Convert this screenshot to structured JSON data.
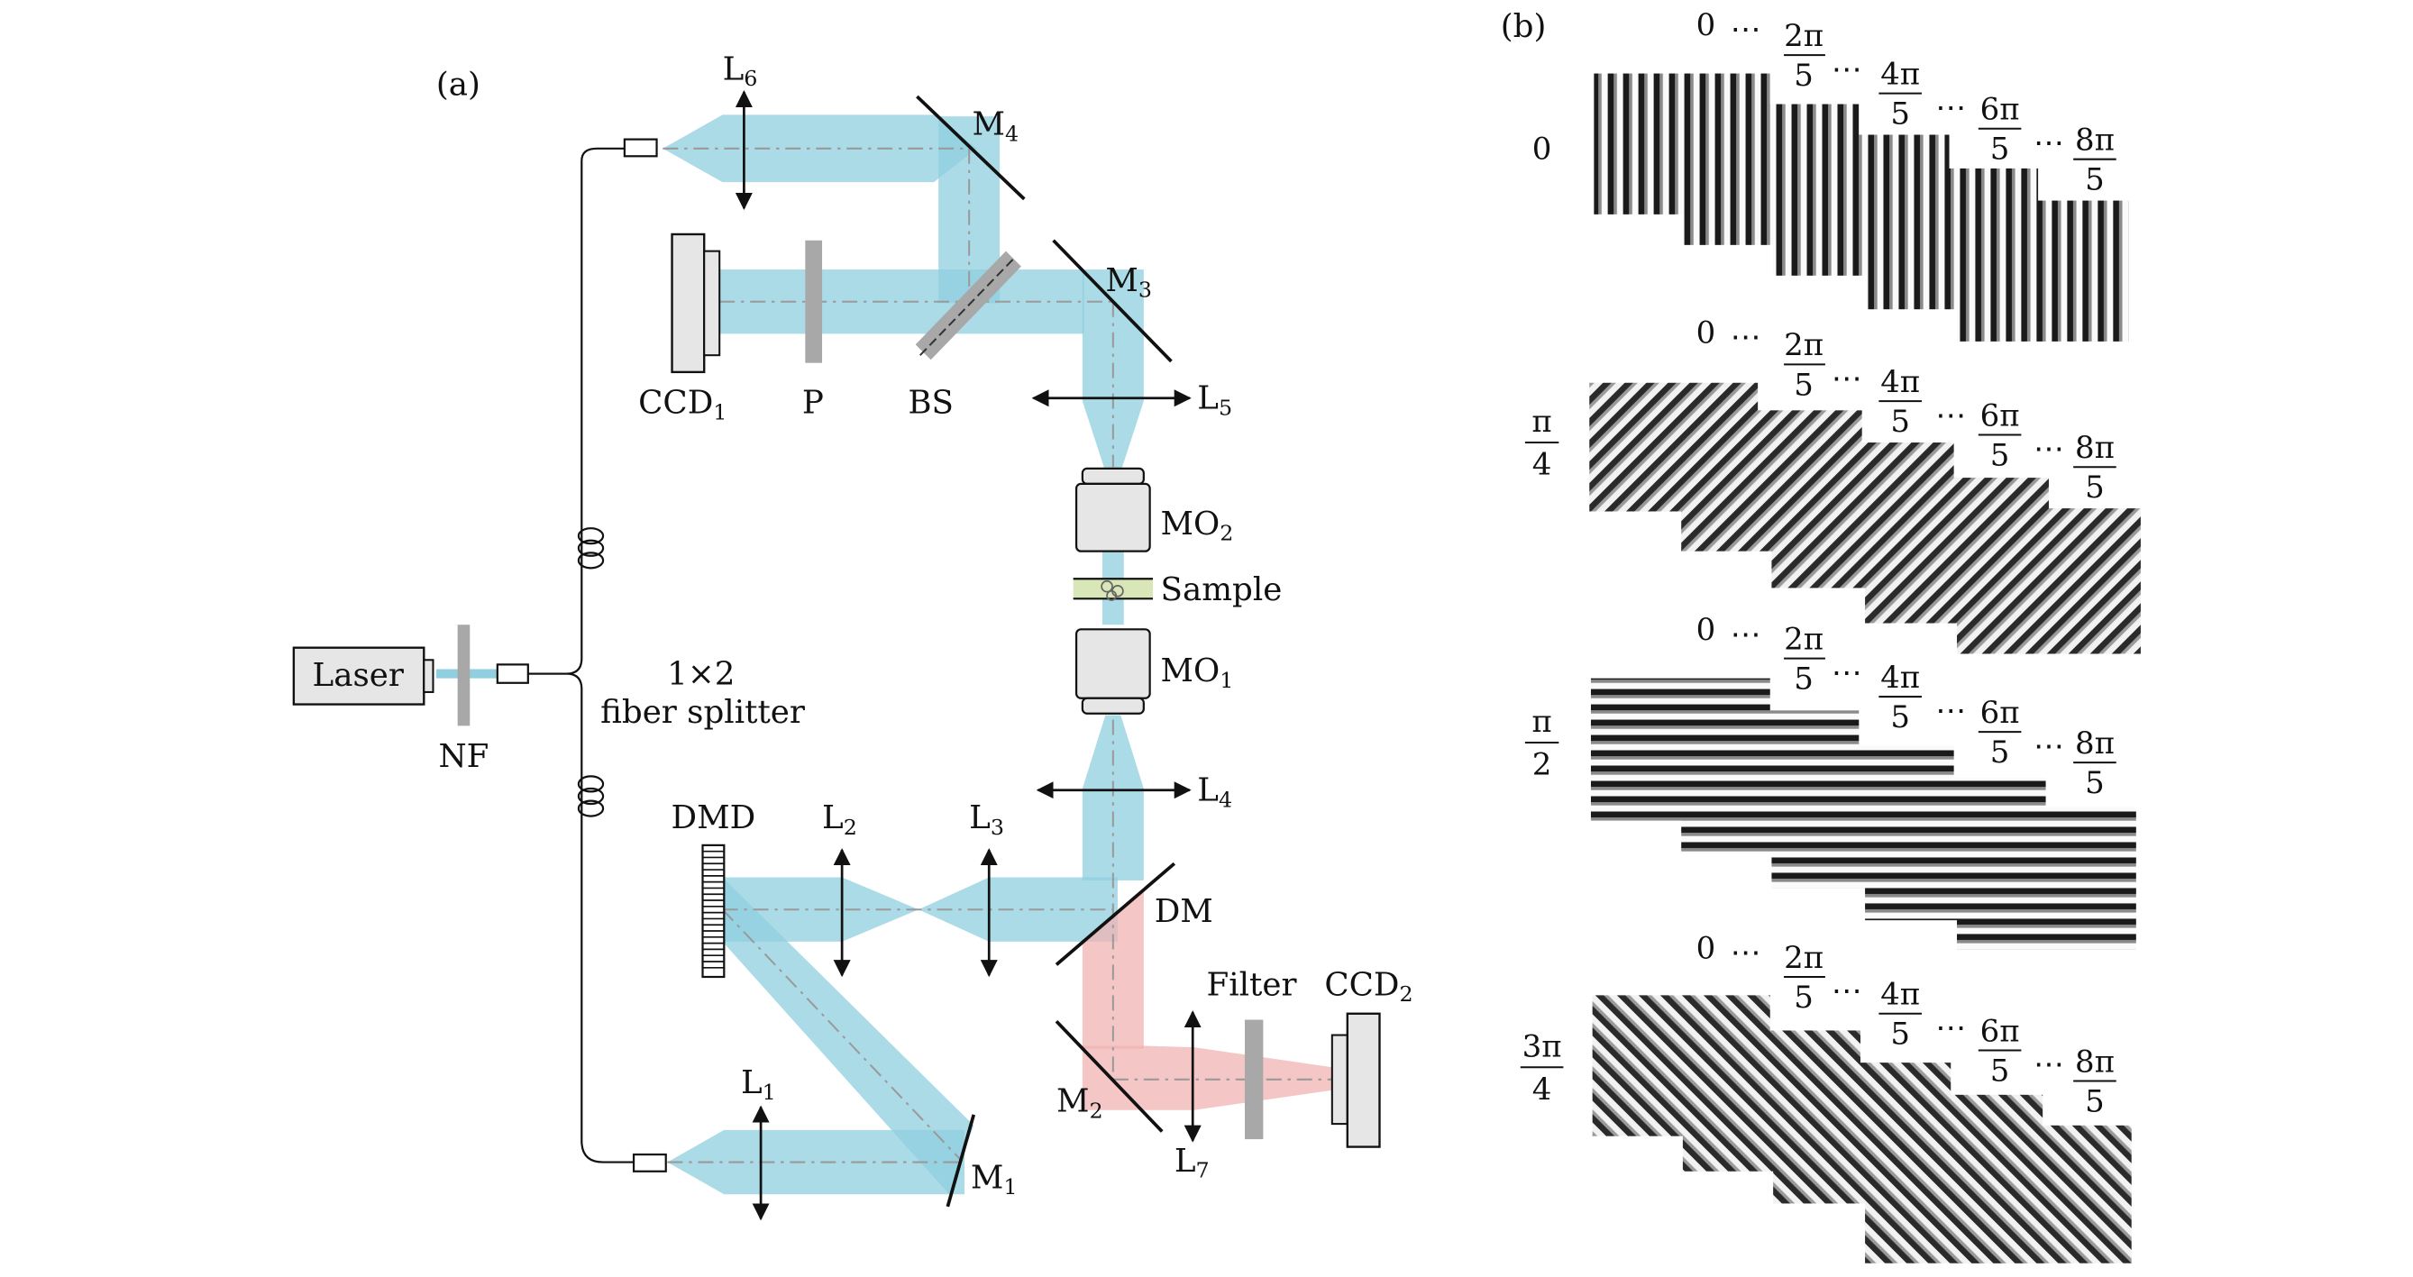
{
  "panel_a": {
    "label": "(a)",
    "components": {
      "laser": "Laser",
      "nf": "NF",
      "splitter_line1": "1×2",
      "splitter_line2": "fiber splitter",
      "l6": {
        "main": "L",
        "sub": "6"
      },
      "m4": {
        "main": "M",
        "sub": "4"
      },
      "m3": {
        "main": "M",
        "sub": "3"
      },
      "ccd1": {
        "main": "CCD",
        "sub": "1"
      },
      "p": "P",
      "bs": "BS",
      "l5": {
        "main": "L",
        "sub": "5"
      },
      "mo2": {
        "main": "MO",
        "sub": "2"
      },
      "sample": "Sample",
      "mo1": {
        "main": "MO",
        "sub": "1"
      },
      "l4": {
        "main": "L",
        "sub": "4"
      },
      "dmd": "DMD",
      "l2": {
        "main": "L",
        "sub": "2"
      },
      "l3": {
        "main": "L",
        "sub": "3"
      },
      "dm": "DM",
      "filter": "Filter",
      "ccd2": {
        "main": "CCD",
        "sub": "2"
      },
      "m2": {
        "main": "M",
        "sub": "2"
      },
      "l7": {
        "main": "L",
        "sub": "7"
      },
      "l1": {
        "main": "L",
        "sub": "1"
      },
      "m1": {
        "main": "M",
        "sub": "1"
      }
    }
  },
  "panel_b": {
    "label": "(b)",
    "phase_labels": [
      "0",
      {
        "num": "2π",
        "den": "5"
      },
      {
        "num": "4π",
        "den": "5"
      },
      {
        "num": "6π",
        "den": "5"
      },
      {
        "num": "8π",
        "den": "5"
      }
    ],
    "ellipsis": "⋯",
    "rows": [
      {
        "angle": "0",
        "angle_is_fraction": false
      },
      {
        "angle": {
          "num": "π",
          "den": "4"
        },
        "angle_is_fraction": true
      },
      {
        "angle": {
          "num": "π",
          "den": "2"
        },
        "angle_is_fraction": true
      },
      {
        "angle": {
          "num": "3π",
          "den": "4"
        },
        "angle_is_fraction": true
      }
    ]
  },
  "colors": {
    "beam_blue": "#8fcfdf",
    "beam_red": "#f0b3b3",
    "component_gray": "#e6e6e6",
    "filter_gray": "#a8a8a8",
    "sample_green": "#d8e6b8"
  }
}
